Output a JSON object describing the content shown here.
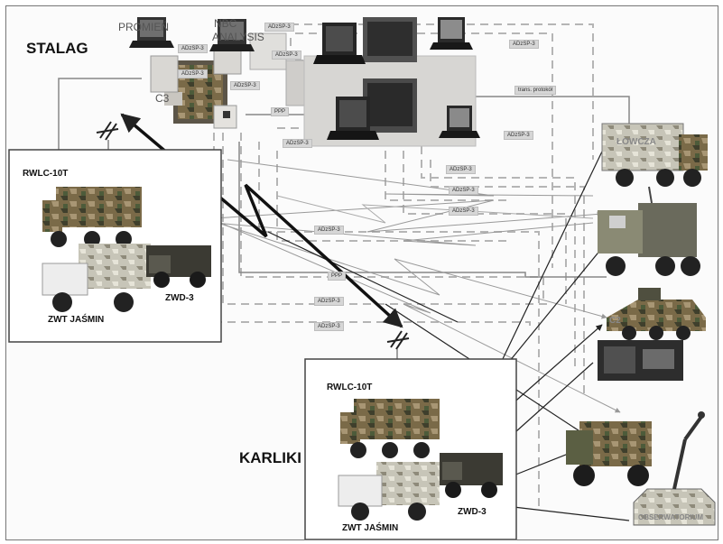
{
  "stalag": {
    "title": "STALAG",
    "workstation_promien": "PROMIEŃ",
    "workstation_nbc": "NBC",
    "workstation_analysis": "ANALYSIS",
    "node_c3": "C3"
  },
  "rwlc_group_top": {
    "vehicle_rwlc": "RWLC-10T",
    "vehicle_zwt": "ZWT JAŚMIN",
    "vehicle_zwd": "ZWD-3"
  },
  "rwlc_group_bottom": {
    "vehicle_rwlc": "RWLC-10T",
    "vehicle_zwt": "ZWT JAŚMIN",
    "vehicle_zwd": "ZWD-3"
  },
  "karliki": {
    "title": "KARLIKI"
  },
  "link_tags": {
    "ppp": "PPP",
    "transparent_protocol": "trans. protokół",
    "adzsp": "ADzSP-3"
  },
  "overlay_labels": {
    "lowcza": "ŁOWCZA",
    "obserwatorium": "OBSERWATORIUM",
    "c2": "C2"
  }
}
